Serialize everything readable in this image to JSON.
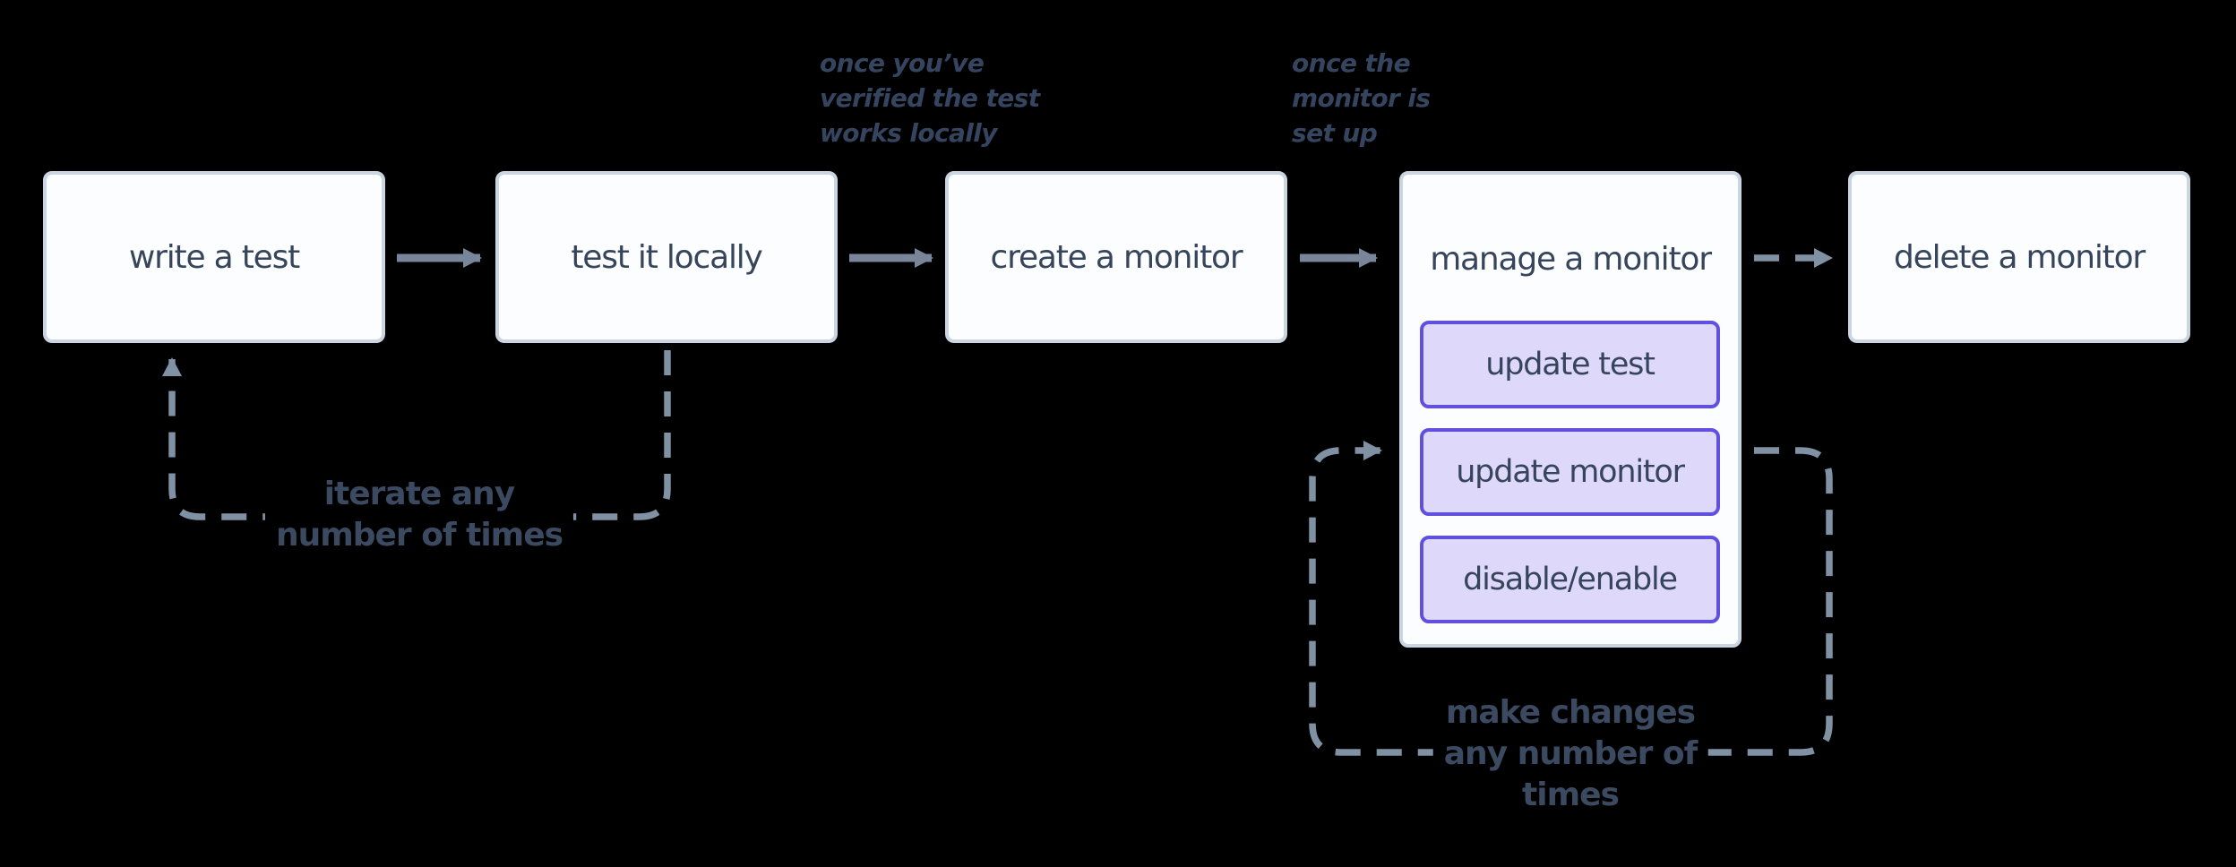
{
  "colors": {
    "background": "#000000",
    "node_fill": "#fcfdfe",
    "node_border": "#cbd5e1",
    "node_text": "#36445c",
    "subnode_fill": "#ded9fa",
    "subnode_border": "#6150e0",
    "arrow": "#78859b",
    "dashed_line": "#8191a4",
    "loop_label_text": "#3b4a61",
    "annotation_text": "#36455f"
  },
  "nodes": [
    {
      "label": "write a test"
    },
    {
      "label": "test it locally"
    },
    {
      "label": "create a monitor"
    },
    {
      "label": "manage a monitor"
    },
    {
      "label": "delete a monitor"
    }
  ],
  "manage_actions": [
    {
      "label": "update test"
    },
    {
      "label": "update monitor"
    },
    {
      "label": "disable/enable"
    }
  ],
  "annotations": [
    {
      "lines": [
        "once you’ve",
        "verified the test",
        "works locally"
      ]
    },
    {
      "lines": [
        "once the",
        "monitor is",
        "set up"
      ]
    }
  ],
  "loop_labels": [
    {
      "lines": [
        "iterate any",
        "number of times"
      ]
    },
    {
      "lines": [
        "make changes",
        "any number of",
        "times"
      ]
    }
  ]
}
